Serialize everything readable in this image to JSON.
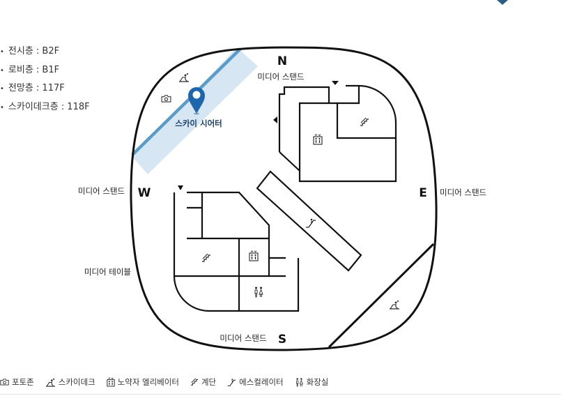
{
  "floors": [
    {
      "label": "전시층 : B2F"
    },
    {
      "label": "로비층 : B1F"
    },
    {
      "label": "전망층 : 117F"
    },
    {
      "label": "스카이데크층 : 118F"
    }
  ],
  "map": {
    "compass": {
      "north": "N",
      "south": "S",
      "east": "E",
      "west": "W"
    },
    "labels": {
      "media_stand_north": "미디어 스탠드",
      "media_stand_west": "미디어 스탠드",
      "media_stand_east": "미디어 스탠드",
      "media_stand_south": "미디어 스탠드",
      "media_table": "미디어 테이블"
    },
    "pin": {
      "label": "스카이 시어터",
      "color": "#1d66ad"
    },
    "highlight_color": "#5a9bc8",
    "icons": [
      "photo-zone-icon",
      "skydeck-icon",
      "elevator-icon",
      "stairs-icon",
      "escalator-icon",
      "restroom-icon"
    ]
  },
  "legend": [
    {
      "icon": "camera-icon",
      "label": "포토존"
    },
    {
      "icon": "skydeck-icon",
      "label": "스카이데크"
    },
    {
      "icon": "elevator-icon",
      "label": "노약자 엘리베이터"
    },
    {
      "icon": "stairs-icon",
      "label": "계단"
    },
    {
      "icon": "escalator-icon",
      "label": "에스컬레이터"
    },
    {
      "icon": "restroom-icon",
      "label": "화장실"
    }
  ]
}
